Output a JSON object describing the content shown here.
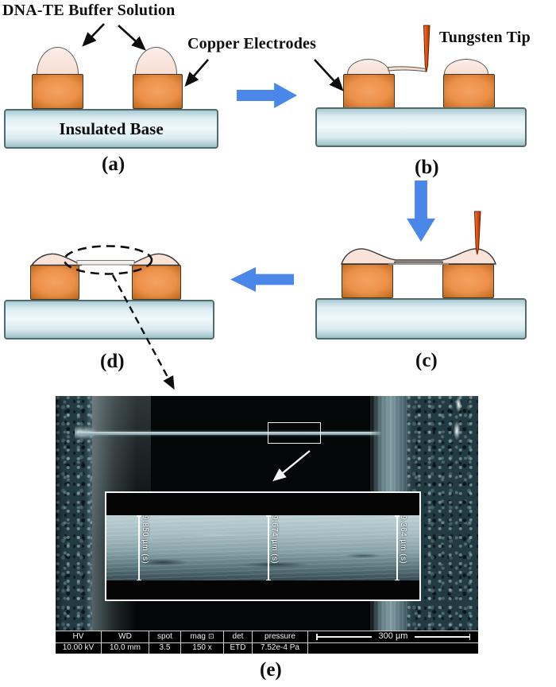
{
  "colors": {
    "accent-blue": "#4b87e8",
    "electrode-orange": "#ec9049",
    "droplet-pink": "#f8ded2",
    "base-blue": "#dcedf2",
    "tungsten-red": "#e34a0c",
    "sem-wall-teal": "#2c444c"
  },
  "diagram": {
    "labels": {
      "dna_te_buffer": "DNA-TE Buffer Solution",
      "copper_electrodes": "Copper Electrodes",
      "tungsten_tip": "Tungsten Tip",
      "insulated_base": "Insulated Base"
    },
    "panels": {
      "a": "(a)",
      "b": "(b)",
      "c": "(c)",
      "d": "(d)",
      "e": "(e)"
    }
  },
  "sem": {
    "inset_measurements": [
      "9.850 µm (s)",
      "9.674 µm (s)",
      "9.364 µm (s)"
    ],
    "info_bar": {
      "columns": [
        {
          "label": "HV",
          "value": "10.00 kV"
        },
        {
          "label": "WD",
          "value": "10.0 mm"
        },
        {
          "label": "spot",
          "value": "3.5"
        },
        {
          "label": "mag",
          "icon": "⊡",
          "value": "150 x"
        },
        {
          "label": "det",
          "value": "ETD"
        },
        {
          "label": "pressure",
          "value": "7.52e-4 Pa"
        }
      ],
      "scale_bar_label": "300 µm"
    }
  }
}
